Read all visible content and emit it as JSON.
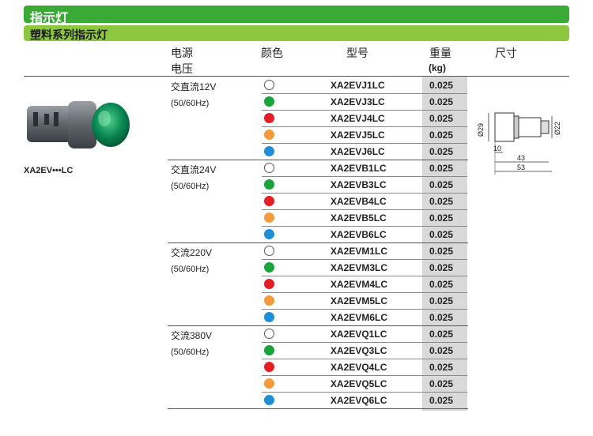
{
  "banner": {
    "title": "指示灯",
    "subtitle": "塑料系列指示灯"
  },
  "headers": {
    "supply_line1": "电源",
    "supply_line2": "电压",
    "color": "颜色",
    "model": "型号",
    "weight_line1": "重量",
    "weight_line2": "(kg)",
    "size": "尺寸"
  },
  "product_label": "XA2EV•••LC",
  "dimensions": {
    "d29": "Ø29",
    "d22": "Ø22",
    "l10": "10",
    "l43": "43",
    "l53": "53"
  },
  "colors": {
    "white": "#ffffff",
    "green": "#1aa33a",
    "red": "#e21e26",
    "orange": "#f39a3d",
    "blue": "#1e8fd6",
    "header_green": "#3aa935",
    "sub_green": "#8dc63f"
  },
  "groups": [
    {
      "voltage": "交直流12V",
      "freq": "(50/60Hz)",
      "rows": [
        {
          "color": "white",
          "model": "XA2EVJ1LC",
          "weight": "0.025"
        },
        {
          "color": "green",
          "model": "XA2EVJ3LC",
          "weight": "0.025"
        },
        {
          "color": "red",
          "model": "XA2EVJ4LC",
          "weight": "0.025"
        },
        {
          "color": "orange",
          "model": "XA2EVJ5LC",
          "weight": "0.025"
        },
        {
          "color": "blue",
          "model": "XA2EVJ6LC",
          "weight": "0.025"
        }
      ]
    },
    {
      "voltage": "交直流24V",
      "freq": "(50/60Hz)",
      "rows": [
        {
          "color": "white",
          "model": "XA2EVB1LC",
          "weight": "0.025"
        },
        {
          "color": "green",
          "model": "XA2EVB3LC",
          "weight": "0.025"
        },
        {
          "color": "red",
          "model": "XA2EVB4LC",
          "weight": "0.025"
        },
        {
          "color": "orange",
          "model": "XA2EVB5LC",
          "weight": "0.025"
        },
        {
          "color": "blue",
          "model": "XA2EVB6LC",
          "weight": "0.025"
        }
      ]
    },
    {
      "voltage": "交流220V",
      "freq": "(50/60Hz)",
      "rows": [
        {
          "color": "white",
          "model": "XA2EVM1LC",
          "weight": "0.025"
        },
        {
          "color": "green",
          "model": "XA2EVM3LC",
          "weight": "0.025"
        },
        {
          "color": "red",
          "model": "XA2EVM4LC",
          "weight": "0.025"
        },
        {
          "color": "orange",
          "model": "XA2EVM5LC",
          "weight": "0.025"
        },
        {
          "color": "blue",
          "model": "XA2EVM6LC",
          "weight": "0.025"
        }
      ]
    },
    {
      "voltage": "交流380V",
      "freq": "(50/60Hz)",
      "rows": [
        {
          "color": "white",
          "model": "XA2EVQ1LC",
          "weight": "0.025"
        },
        {
          "color": "green",
          "model": "XA2EVQ3LC",
          "weight": "0.025"
        },
        {
          "color": "red",
          "model": "XA2EVQ4LC",
          "weight": "0.025"
        },
        {
          "color": "orange",
          "model": "XA2EVQ5LC",
          "weight": "0.025"
        },
        {
          "color": "blue",
          "model": "XA2EVQ6LC",
          "weight": "0.025"
        }
      ]
    }
  ]
}
